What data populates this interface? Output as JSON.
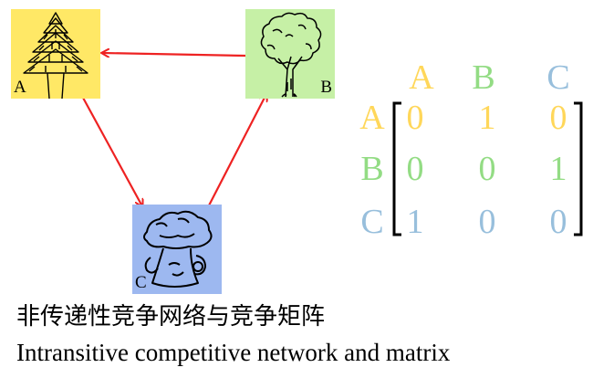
{
  "nodes": {
    "a": {
      "label": "A",
      "color": "#ffe866",
      "icon": "conifer-tree-icon"
    },
    "b": {
      "label": "B",
      "color": "#c6f0a6",
      "icon": "broadleaf-tree-icon"
    },
    "c": {
      "label": "C",
      "color": "#9db8f0",
      "icon": "mushroom-icon"
    }
  },
  "edges": [
    {
      "from": "B",
      "to": "A"
    },
    {
      "from": "A",
      "to": "C"
    },
    {
      "from": "C",
      "to": "B"
    }
  ],
  "matrix": {
    "column_headers": [
      "A",
      "B",
      "C"
    ],
    "row_headers": [
      "A",
      "B",
      "C"
    ],
    "rows": [
      [
        "0",
        "1",
        "0"
      ],
      [
        "0",
        "0",
        "1"
      ],
      [
        "1",
        "0",
        "0"
      ]
    ],
    "colors": {
      "A": "#ffd75a",
      "B": "#93dc84",
      "C": "#98bfdc"
    }
  },
  "caption": {
    "zh": "非传递性竞争网络与竞争矩阵",
    "en": "Intransitive competitive network and matrix"
  },
  "arrow_color": "#ee2222"
}
